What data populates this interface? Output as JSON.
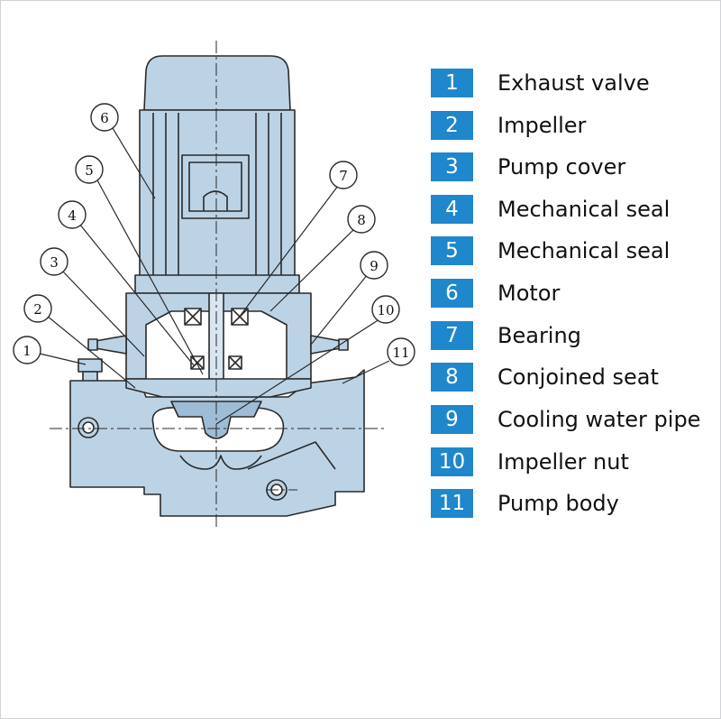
{
  "legend": [
    {
      "num": "1",
      "label": "Exhaust valve"
    },
    {
      "num": "2",
      "label": "Impeller"
    },
    {
      "num": "3",
      "label": "Pump cover"
    },
    {
      "num": "4",
      "label": "Mechanical seal"
    },
    {
      "num": "5",
      "label": "Mechanical seal"
    },
    {
      "num": "6",
      "label": "Motor"
    },
    {
      "num": "7",
      "label": "Bearing"
    },
    {
      "num": "8",
      "label": "Conjoined seat"
    },
    {
      "num": "9",
      "label": "Cooling water pipe"
    },
    {
      "num": "10",
      "label": "Impeller nut"
    },
    {
      "num": "11",
      "label": "Pump body"
    }
  ],
  "callouts": [
    "1",
    "2",
    "3",
    "4",
    "5",
    "6",
    "7",
    "8",
    "9",
    "10",
    "11"
  ],
  "colors": {
    "part_fill": "#bcd3e6",
    "outline": "#2a2a2a",
    "legend_badge": "#1f87cc"
  }
}
